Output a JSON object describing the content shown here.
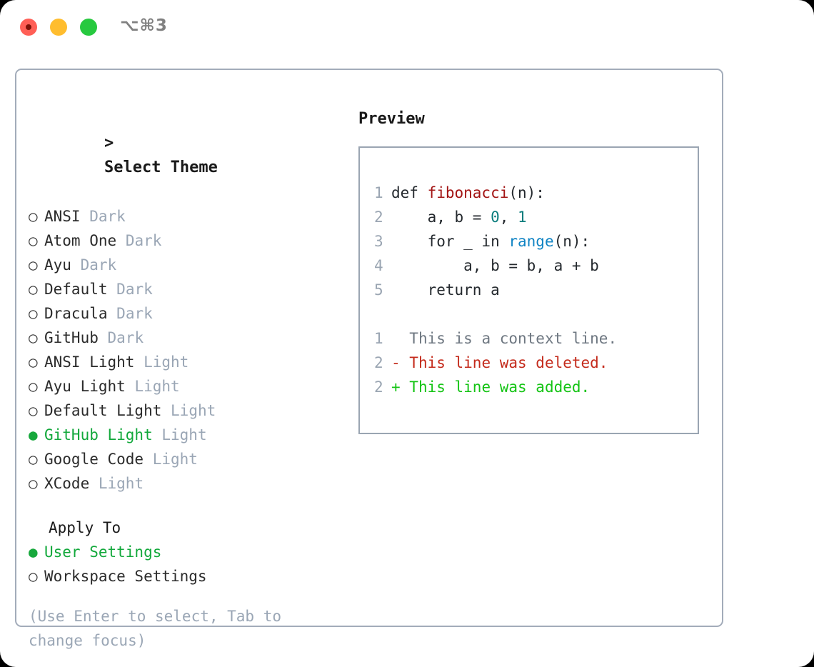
{
  "window": {
    "shortcut": "⌥⌘3",
    "traffic_lights": [
      {
        "name": "close-button",
        "color": "#ff5f56"
      },
      {
        "name": "minimize-button",
        "color": "#ffbd2e"
      },
      {
        "name": "maximize-button",
        "color": "#27c93f"
      }
    ]
  },
  "theme_picker": {
    "caret": ">",
    "title": "Select Theme",
    "selected_bullet": "●",
    "unselected_bullet": "○",
    "items": [
      {
        "label": "ANSI",
        "tag": "Dark",
        "selected": false
      },
      {
        "label": "Atom One",
        "tag": "Dark",
        "selected": false
      },
      {
        "label": "Ayu",
        "tag": "Dark",
        "selected": false
      },
      {
        "label": "Default",
        "tag": "Dark",
        "selected": false
      },
      {
        "label": "Dracula",
        "tag": "Dark",
        "selected": false
      },
      {
        "label": "GitHub",
        "tag": "Dark",
        "selected": false
      },
      {
        "label": "ANSI Light",
        "tag": "Light",
        "selected": false
      },
      {
        "label": "Ayu Light",
        "tag": "Light",
        "selected": false
      },
      {
        "label": "Default Light",
        "tag": "Light",
        "selected": false
      },
      {
        "label": "GitHub Light",
        "tag": "Light",
        "selected": true
      },
      {
        "label": "Google Code",
        "tag": "Light",
        "selected": false
      },
      {
        "label": "XCode",
        "tag": "Light",
        "selected": false
      }
    ]
  },
  "apply_to": {
    "title": "Apply To",
    "items": [
      {
        "label": "User Settings",
        "selected": true
      },
      {
        "label": "Workspace Settings",
        "selected": false
      }
    ]
  },
  "hint": "(Use Enter to select, Tab to change focus)",
  "preview": {
    "title": "Preview",
    "code_lines": [
      {
        "no": "1",
        "segments": [
          {
            "text": "def ",
            "type": "plain"
          },
          {
            "text": "fibonacci",
            "type": "fn"
          },
          {
            "text": "(n):",
            "type": "plain"
          }
        ]
      },
      {
        "no": "2",
        "segments": [
          {
            "text": "    a, b = ",
            "type": "plain"
          },
          {
            "text": "0",
            "type": "num"
          },
          {
            "text": ", ",
            "type": "plain"
          },
          {
            "text": "1",
            "type": "num"
          }
        ]
      },
      {
        "no": "3",
        "segments": [
          {
            "text": "    for _ in ",
            "type": "plain"
          },
          {
            "text": "range",
            "type": "call"
          },
          {
            "text": "(n):",
            "type": "plain"
          }
        ]
      },
      {
        "no": "4",
        "segments": [
          {
            "text": "        a, b = b, a + b",
            "type": "plain"
          }
        ]
      },
      {
        "no": "5",
        "segments": [
          {
            "text": "    return a",
            "type": "plain"
          }
        ]
      }
    ],
    "diff_lines": [
      {
        "no": "1",
        "marker": " ",
        "text": " This is a context line.",
        "kind": "context"
      },
      {
        "no": "2",
        "marker": "-",
        "text": " This line was deleted.",
        "kind": "deleted"
      },
      {
        "no": "2",
        "marker": "+",
        "text": " This line was added.",
        "kind": "added"
      }
    ]
  },
  "colors": {
    "accent_green": "#12a83b",
    "muted": "#9aa6b5",
    "diff_deleted": "#c42b1c",
    "diff_added": "#15c415",
    "token_function": "#a31515",
    "token_number": "#0b7d7d",
    "token_call": "#1184c4"
  }
}
